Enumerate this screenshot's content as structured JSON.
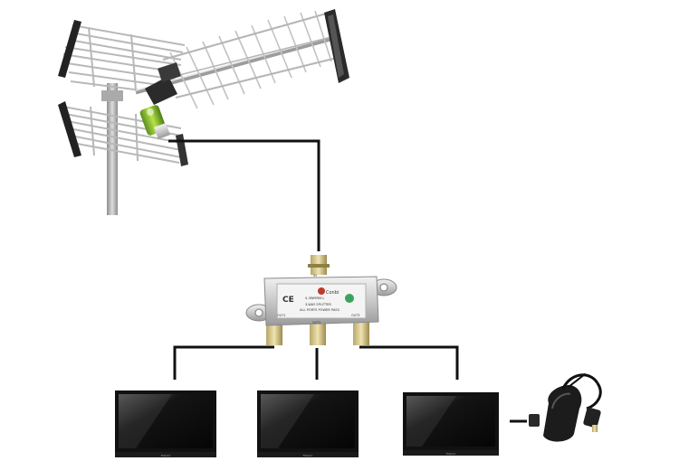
{
  "splitter": {
    "brand": "Conbi",
    "model": "S-3WMRM-L",
    "type_line": "3-WAY SPLITTER",
    "pass_line": "ALL PORTS POWER PASS",
    "ce_mark": "CE",
    "input_label": "IN",
    "out_left": "OUT1",
    "out_mid": "OUT2",
    "out_right": "OUT3",
    "logo_color": "#c0392b"
  },
  "icons": {
    "antenna": "yagi-antenna-icon",
    "amplifier": "antenna-amplifier-icon",
    "power_supply": "power-adapter-icon",
    "tv": "tv-icon"
  },
  "tvs": [
    {
      "brand": "FINLUX"
    },
    {
      "brand": "FINLUX"
    },
    {
      "brand": "FINLUX"
    }
  ]
}
